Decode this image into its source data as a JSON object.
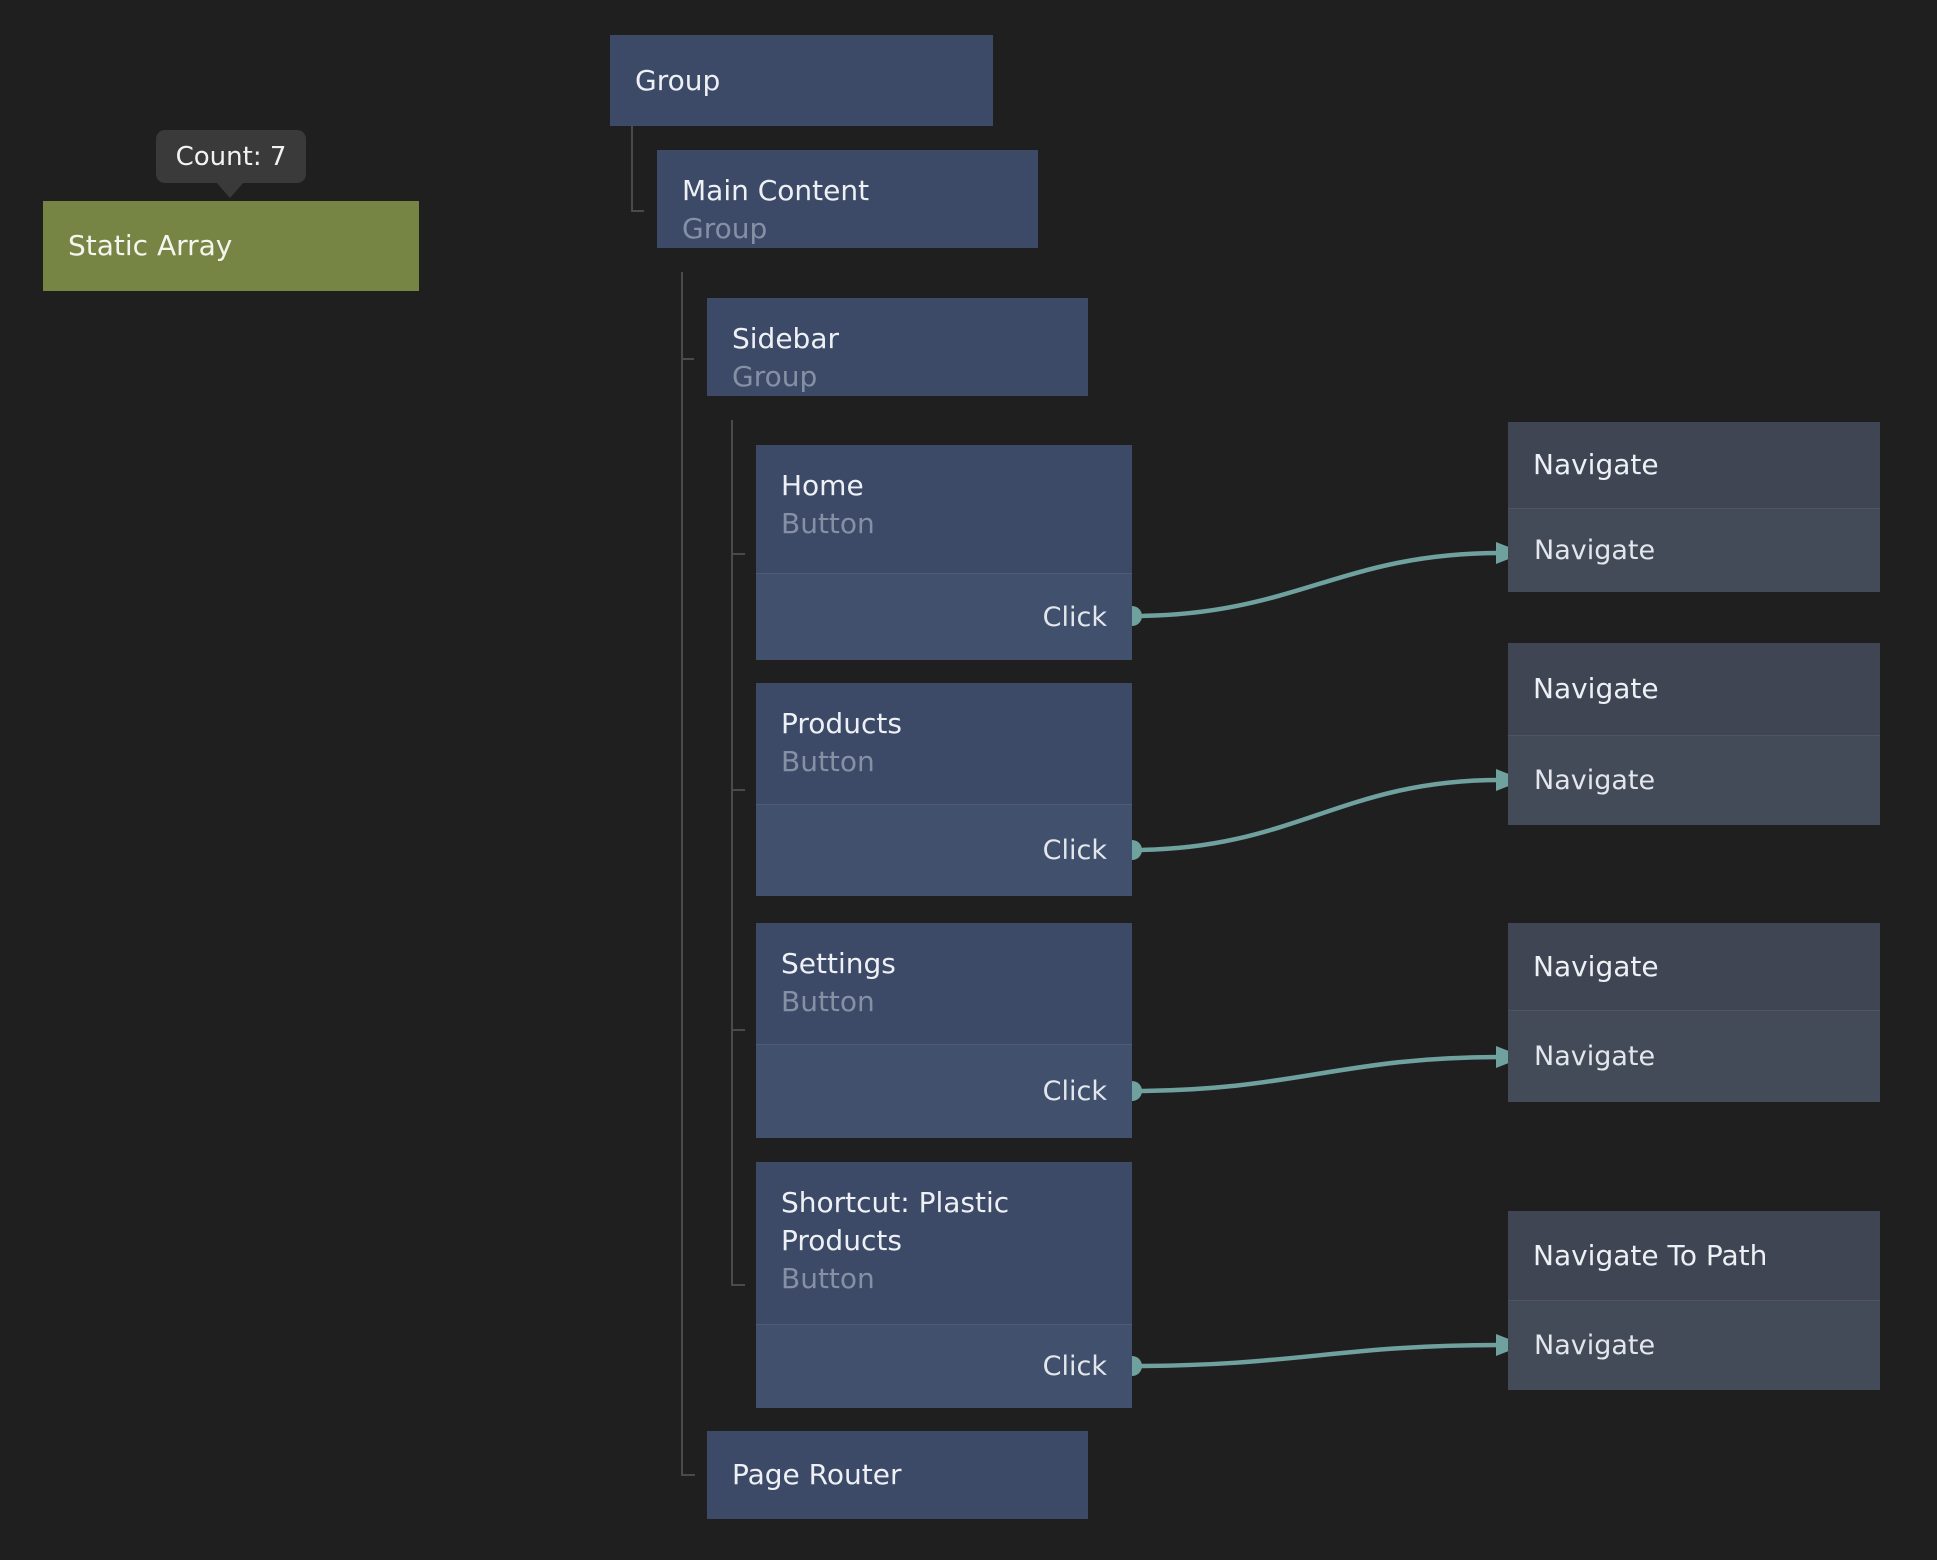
{
  "app": {
    "view": "node-graph-canvas"
  },
  "tooltip": {
    "text": "Count: 7"
  },
  "static_array_node": {
    "title": "Static Array"
  },
  "tree_nodes": [
    {
      "title": "Group"
    },
    {
      "title": "Main Content",
      "subtitle": "Group"
    },
    {
      "title": "Sidebar",
      "subtitle": "Group"
    },
    {
      "title": "Home",
      "subtitle": "Button",
      "port_label": "Click"
    },
    {
      "title": "Products",
      "subtitle": "Button",
      "port_label": "Click"
    },
    {
      "title": "Settings",
      "subtitle": "Button",
      "port_label": "Click"
    },
    {
      "title": "Shortcut: Plastic Products",
      "subtitle": "Button",
      "port_label": "Click"
    },
    {
      "title": "Page Router"
    }
  ],
  "action_nodes": [
    {
      "title": "Navigate",
      "port_label": "Navigate"
    },
    {
      "title": "Navigate",
      "port_label": "Navigate"
    },
    {
      "title": "Navigate",
      "port_label": "Navigate"
    },
    {
      "title": "Navigate To Path",
      "port_label": "Navigate"
    }
  ],
  "connections": [
    {
      "from": "Home.Click",
      "to": "Navigate-1.Navigate"
    },
    {
      "from": "Products.Click",
      "to": "Navigate-2.Navigate"
    },
    {
      "from": "Settings.Click",
      "to": "Navigate-3.Navigate"
    },
    {
      "from": "Shortcut: Plastic Products.Click",
      "to": "Navigate To Path.Navigate"
    }
  ],
  "colors": {
    "bg": "#201f1f",
    "node-blue-header": "#3d4a67",
    "node-blue-port": "#41506d",
    "node-gray-header": "#3f4553",
    "node-gray-port": "#434a58",
    "node-olive": "#778544",
    "link": "#6fa19e",
    "tree-line": "#4a4a4a",
    "tooltip-bg": "#3a3a3a"
  }
}
